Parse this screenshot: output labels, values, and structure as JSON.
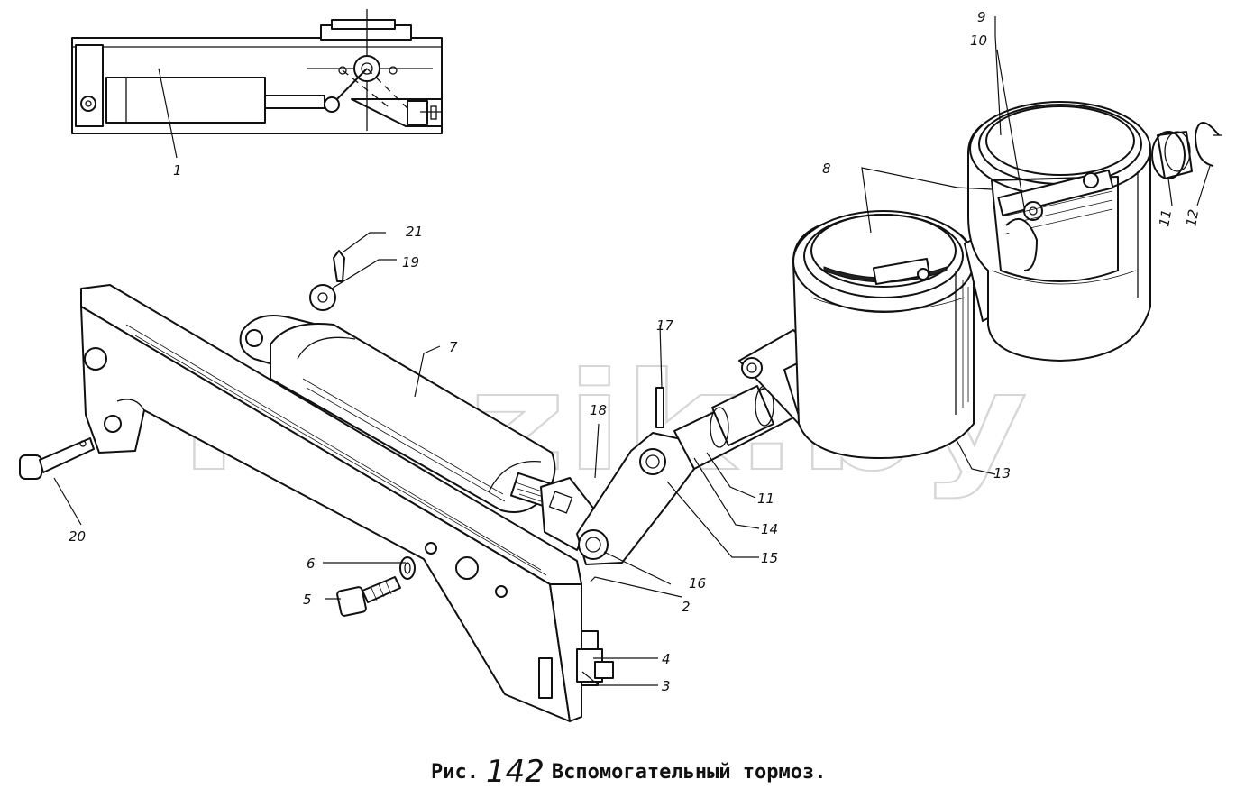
{
  "watermark": "mazik.by",
  "caption": {
    "prefix": "Рис.",
    "number": "142",
    "title": "Вспомогательный тормоз."
  },
  "callouts": {
    "c1": "1",
    "c2": "2",
    "c3": "3",
    "c4": "4",
    "c5": "5",
    "c6": "6",
    "c7": "7",
    "c8": "8",
    "c9": "9",
    "c10": "10",
    "c11a": "11",
    "c11b": "11",
    "c12": "12",
    "c13": "13",
    "c14": "14",
    "c15": "15",
    "c16": "16",
    "c17": "17",
    "c18": "18",
    "c19": "19",
    "c20": "20",
    "c21": "21"
  }
}
